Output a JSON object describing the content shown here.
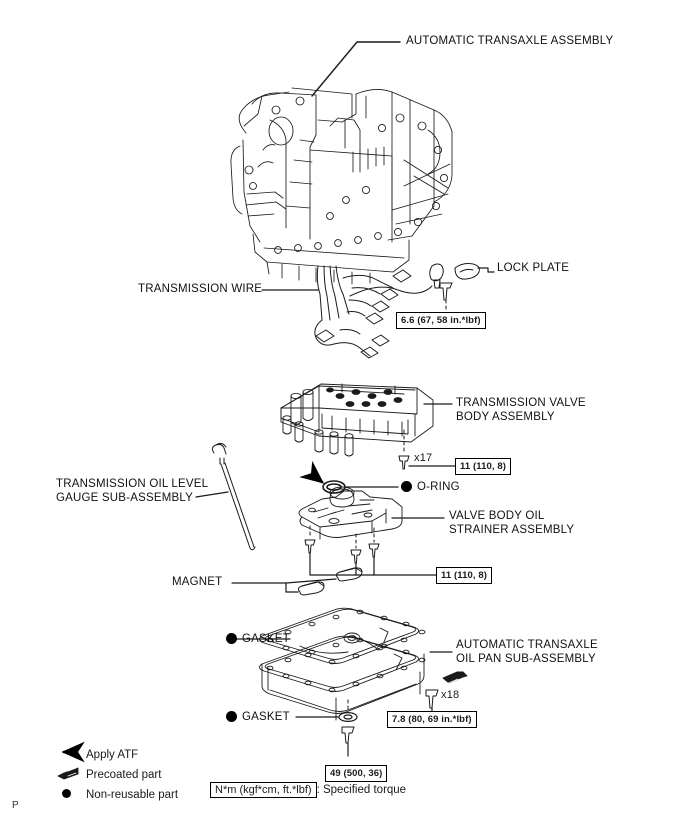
{
  "page": {
    "page_marker": "P",
    "background": "#ffffff",
    "ink": "#1a1a1a"
  },
  "callouts": {
    "transaxle_assembly": "AUTOMATIC TRANSAXLE ASSEMBLY",
    "transmission_wire": "TRANSMISSION WIRE",
    "lock_plate": "LOCK PLATE",
    "valve_body_line1": "TRANSMISSION VALVE",
    "valve_body_line2": "BODY ASSEMBLY",
    "oil_level_gauge_line1": "TRANSMISSION OIL LEVEL",
    "oil_level_gauge_line2": "GAUGE SUB-ASSEMBLY",
    "o_ring": "O-RING",
    "strainer_line1": "VALVE BODY OIL",
    "strainer_line2": "STRAINER ASSEMBLY",
    "magnet": "MAGNET",
    "gasket_upper": "GASKET",
    "gasket_lower": "GASKET",
    "oil_pan_line1": "AUTOMATIC TRANSAXLE",
    "oil_pan_line2": "OIL PAN SUB-ASSEMBLY"
  },
  "torque_specs": {
    "lock_plate_bolt": "6.6 (67, 58 in.*lbf)",
    "valve_body_bolt": "11 (110, 8)",
    "strainer_bolt": "11 (110, 8)",
    "oil_pan_bolt": "7.8 (80, 69 in.*lbf)",
    "drain_plug": "49 (500, 36)"
  },
  "quantities": {
    "valve_body_bolts": "x17",
    "oil_pan_bolts": "x18"
  },
  "legend": {
    "apply_atf": "Apply ATF",
    "precoated_part": "Precoated part",
    "non_reusable_part": "Non-reusable part",
    "torque_key_boxed": "N*m (kgf*cm, ft.*lbf)",
    "torque_key_suffix": ": Specified torque"
  }
}
